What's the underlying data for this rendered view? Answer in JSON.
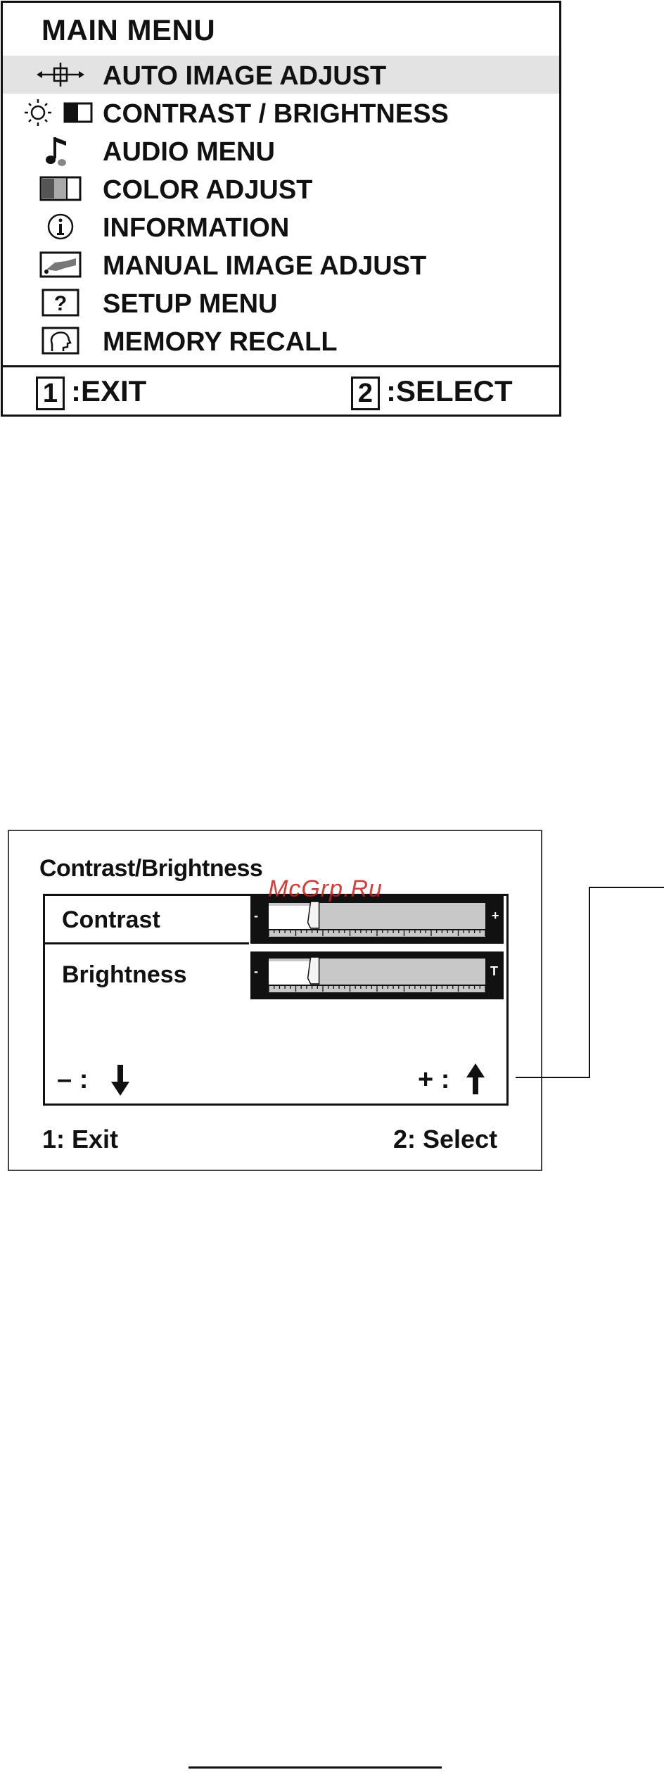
{
  "main_menu": {
    "title": "MAIN MENU",
    "items": [
      {
        "label": "AUTO IMAGE ADJUST",
        "icon": "move-arrows-icon",
        "highlighted": true
      },
      {
        "label": "CONTRAST / BRIGHTNESS",
        "icon": "sun-contrast-icon",
        "highlighted": false
      },
      {
        "label": "AUDIO MENU",
        "icon": "music-note-icon",
        "highlighted": false
      },
      {
        "label": "COLOR ADJUST",
        "icon": "color-bars-icon",
        "highlighted": false
      },
      {
        "label": "INFORMATION",
        "icon": "info-circle-icon",
        "highlighted": false
      },
      {
        "label": "MANUAL IMAGE ADJUST",
        "icon": "hand-image-icon",
        "highlighted": false
      },
      {
        "label": "SETUP MENU",
        "icon": "question-box-icon",
        "highlighted": false
      },
      {
        "label": "MEMORY RECALL",
        "icon": "memory-head-icon",
        "highlighted": false
      }
    ],
    "footer": {
      "exit_key": "1",
      "exit_text": ":EXIT",
      "select_key": "2",
      "select_text": ":SELECT"
    }
  },
  "contrast_brightness": {
    "title": "Contrast/Brightness",
    "rows": [
      {
        "label": "Contrast",
        "level": 0.2,
        "minus": "-",
        "plus": "+"
      },
      {
        "label": "Brightness",
        "level": 0.2,
        "minus": "-",
        "plus": "T"
      }
    ],
    "decrease_hint": "– :",
    "increase_hint": "+ :",
    "footer": {
      "exit": "1: Exit",
      "select": "2: Select"
    }
  },
  "watermark": "McGrp.Ru",
  "colors": {
    "highlight": "#e3e3e3",
    "watermark": "#cf1d1d",
    "slider_track": "#c8c8c8"
  }
}
